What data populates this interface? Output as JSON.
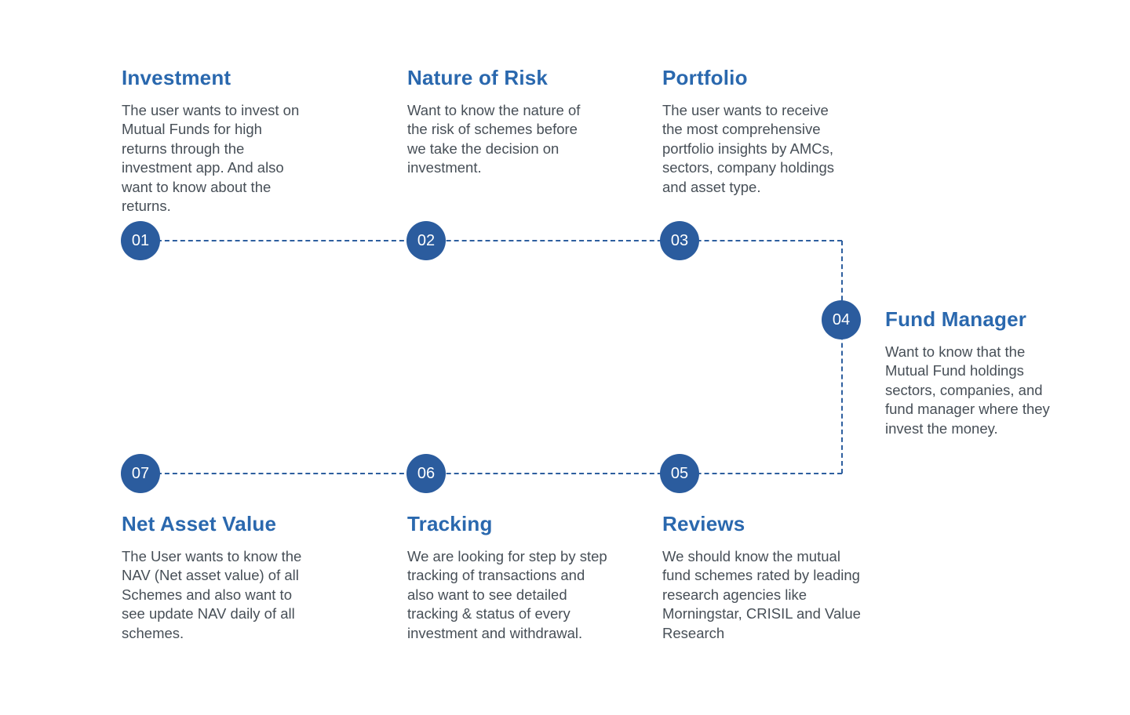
{
  "diagram": {
    "steps": [
      {
        "number": "01",
        "title": "Investment",
        "description": "The user wants to invest on Mutual Funds for high returns through the investment app. And also want to know about the returns."
      },
      {
        "number": "02",
        "title": "Nature of Risk",
        "description": "Want to know the nature of the risk of schemes before we take the decision on investment."
      },
      {
        "number": "03",
        "title": "Portfolio",
        "description": "The user wants to receive the most comprehensive portfolio insights by AMCs, sectors, company holdings and asset type."
      },
      {
        "number": "04",
        "title": "Fund Manager",
        "description": "Want to know that the Mutual Fund holdings sectors, companies, and fund manager where they invest the money."
      },
      {
        "number": "05",
        "title": "Reviews",
        "description": "We should know the mutual fund schemes rated by leading research agencies like Morningstar, CRISIL and Value Research"
      },
      {
        "number": "06",
        "title": "Tracking",
        "description": "We are looking for step by step tracking of transactions and also want to see detailed tracking & status of every investment and withdrawal."
      },
      {
        "number": "07",
        "title": "Net Asset Value",
        "description": "The User wants to know the NAV (Net asset value) of all Schemes and also want to see update NAV daily of all schemes."
      }
    ],
    "colors": {
      "node_fill": "#2b5c9e",
      "title_blue": "#2a68ae",
      "connector_blue": "#2e5f9f",
      "body_text": "#474f57"
    }
  }
}
